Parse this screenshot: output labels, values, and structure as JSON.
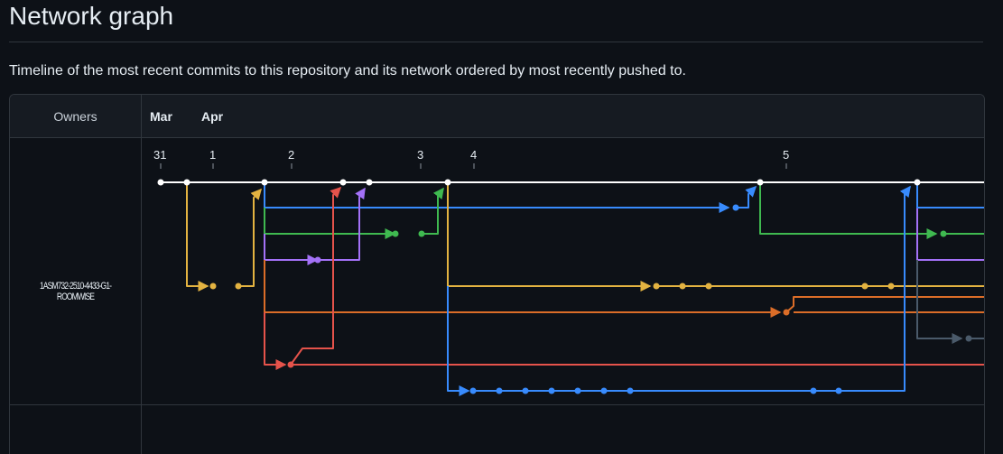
{
  "header": {
    "title": "Network graph",
    "description": "Timeline of the most recent commits to this repository and its network ordered by most recently pushed to."
  },
  "graph": {
    "owners_label": "Owners",
    "owner_name": "1ASM732-2510-4433-G1-ROOMWISE",
    "months": [
      "Mar",
      "Apr"
    ],
    "days": [
      "31",
      "1",
      "2",
      "3",
      "4",
      "5"
    ],
    "colors": {
      "main": "#ffffff",
      "yellow": "#e3b341",
      "blue": "#388bfd",
      "green": "#3fb950",
      "purple": "#a371f7",
      "orange": "#db6d28",
      "red": "#e5534b",
      "gray": "#4a5a6a"
    }
  }
}
